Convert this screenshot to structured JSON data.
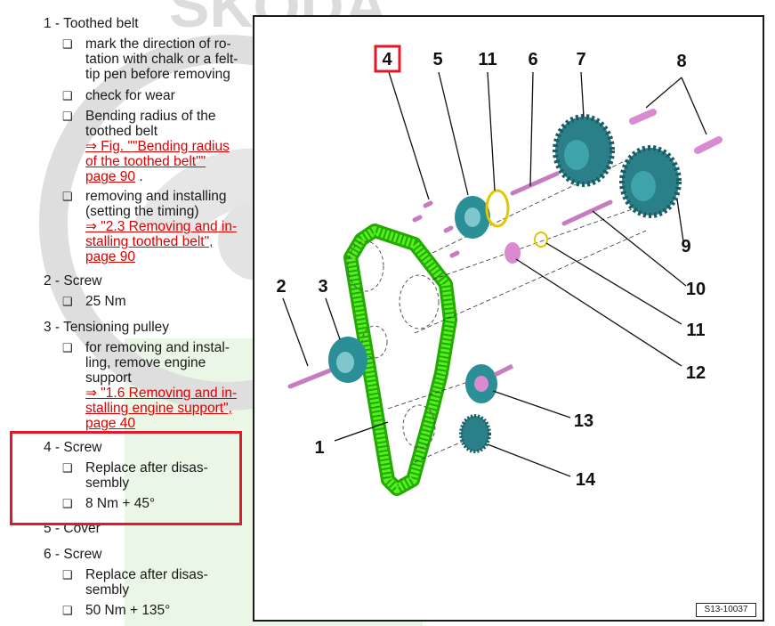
{
  "watermark": {
    "brand": "SKODA"
  },
  "items": [
    {
      "title": "1 - Toothed belt",
      "bullets": [
        {
          "lines": [
            "mark the direction of ro-",
            "tation with chalk or a felt-",
            "tip pen before removing"
          ]
        },
        {
          "lines": [
            "check for wear"
          ]
        },
        {
          "lines": [
            "Bending radius of the",
            "toothed belt"
          ],
          "links": [
            "⇒ Fig. \"\"Bending radius",
            "of the toothed belt\"\"",
            "page 90"
          ],
          "tail": "."
        },
        {
          "lines": [
            "removing and installing",
            "(setting the timing)"
          ],
          "links": [
            "⇒ \"2.3 Removing and in-",
            "stalling toothed belt\",",
            "page 90"
          ]
        }
      ]
    },
    {
      "title": "2 - Screw",
      "bullets": [
        {
          "lines": [
            "25 Nm"
          ]
        }
      ]
    },
    {
      "title": "3 - Tensioning pulley",
      "bullets": [
        {
          "lines": [
            "for removing and instal-",
            "ling, remove engine",
            "support"
          ],
          "links": [
            "⇒ \"1.6 Removing and in-",
            "stalling engine support\",",
            "page 40"
          ]
        }
      ]
    },
    {
      "title": "4 - Screw",
      "bullets": [
        {
          "lines": [
            "Replace after disas-",
            "sembly"
          ]
        },
        {
          "lines": [
            "8 Nm + 45°"
          ]
        }
      ]
    },
    {
      "title": "5 - Cover",
      "bullets": []
    },
    {
      "title": "6 - Screw",
      "bullets": [
        {
          "lines": [
            "Replace after disas-",
            "sembly"
          ]
        },
        {
          "lines": [
            "50 Nm + 135°"
          ]
        }
      ]
    }
  ],
  "figure": {
    "callouts": [
      "4",
      "5",
      "11",
      "6",
      "7",
      "8",
      "9",
      "10",
      "11",
      "12",
      "13",
      "14",
      "2",
      "3",
      "1"
    ],
    "highlighted_callout": "4",
    "figure_code": "S13-10037"
  },
  "colors": {
    "highlight": "#e3192a",
    "link": "#e00000",
    "belt": "#33dd00",
    "parts_teal": "#2a8f96",
    "parts_pink": "#d98ad0"
  }
}
